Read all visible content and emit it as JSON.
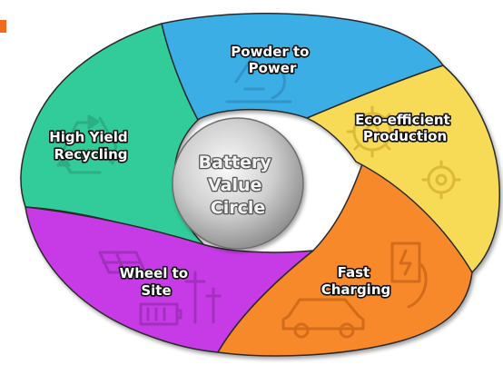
{
  "center": {
    "lines": [
      "Battery",
      "Value",
      "Circle"
    ]
  },
  "segments": [
    {
      "id": "powder-to-power",
      "lines": [
        "Powder to",
        "Power"
      ],
      "color": "#3aaee6",
      "icon": "microscope-icon"
    },
    {
      "id": "eco-efficient-production",
      "lines": [
        "Eco-efficient",
        "Production"
      ],
      "color": "#f7da57",
      "icon": "gears-icon"
    },
    {
      "id": "fast-charging",
      "lines": [
        "Fast",
        "Charging"
      ],
      "color": "#f7892c",
      "icon": "car-charging-icon"
    },
    {
      "id": "wheel-to-site",
      "lines": [
        "Wheel to",
        "Site"
      ],
      "color": "#c73ae6",
      "icon": "solar-panel-icon"
    },
    {
      "id": "high-yield-recycling",
      "lines": [
        "High Yield",
        "Recycling"
      ],
      "color": "#33cc9b",
      "icon": "recycle-icon"
    }
  ],
  "corner_marker": {
    "color": "#f26a1b"
  }
}
